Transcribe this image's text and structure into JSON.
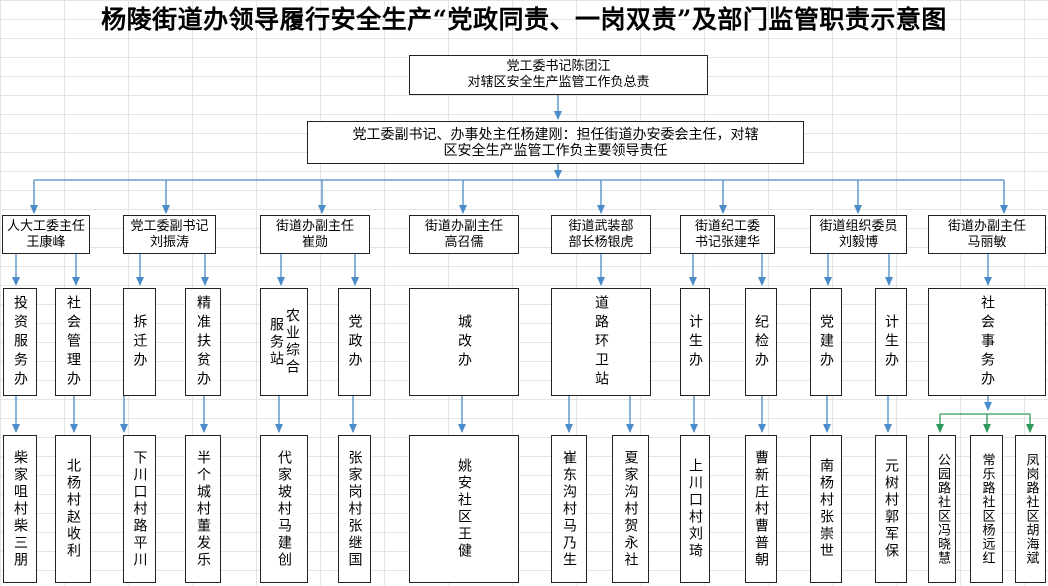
{
  "title": "杨陵街道办领导履行安全生产“党政同责、一岗双责”及部门监管职责示意图",
  "top": {
    "line1": "党工委书记陈团江",
    "line2": "对辖区安全生产监管工作负总责"
  },
  "second": {
    "line1": "党工委副书记、办事处主任杨建刚：担任街道办安委会主任，对辖",
    "line2": "区安全生产监管工作负主要领导责任"
  },
  "leaders": [
    {
      "line1": "人大工委主任",
      "line2": "王康峰"
    },
    {
      "line1": "党工委副书记",
      "line2": "刘振涛"
    },
    {
      "line1": "街道办副主任",
      "line2": "崔勋"
    },
    {
      "line1": "街道办副主任",
      "line2": "高召儒"
    },
    {
      "line1": "街道武装部",
      "line2": "部长杨银虎"
    },
    {
      "line1": "街道纪工委",
      "line2": "书记张建华"
    },
    {
      "line1": "街道组织委员",
      "line2": "刘毅博"
    },
    {
      "line1": "街道办副主任",
      "line2": "马丽敏"
    }
  ],
  "departments": [
    "投资服务办",
    "社会管理办",
    "拆迁办",
    "精准扶贫办",
    "农业综合服务站",
    "党政办",
    "城改办",
    "道路环卫站",
    "计生办",
    "纪检办",
    "党建办",
    "计生办",
    "社会事务办"
  ],
  "villages": [
    "柴家咀村柴三朋",
    "北杨村赵收利",
    "下川口村路平川",
    "半个城村董发乐",
    "代家坡村马建创",
    "张家岗村张继国",
    "姚安社区王健",
    "崔东沟村马乃生",
    "夏家沟村贺永社",
    "上川口村刘琦",
    "曹新庄村曹普朝",
    "南杨村张崇世",
    "元树村郭军保",
    "公园路社区冯晓慧",
    "常乐路社区杨远红",
    "凤岗路社区胡海斌"
  ],
  "colors": {
    "arrow": "#4a8bc9",
    "arrow_green": "#2e9a5a",
    "border": "#222222"
  }
}
